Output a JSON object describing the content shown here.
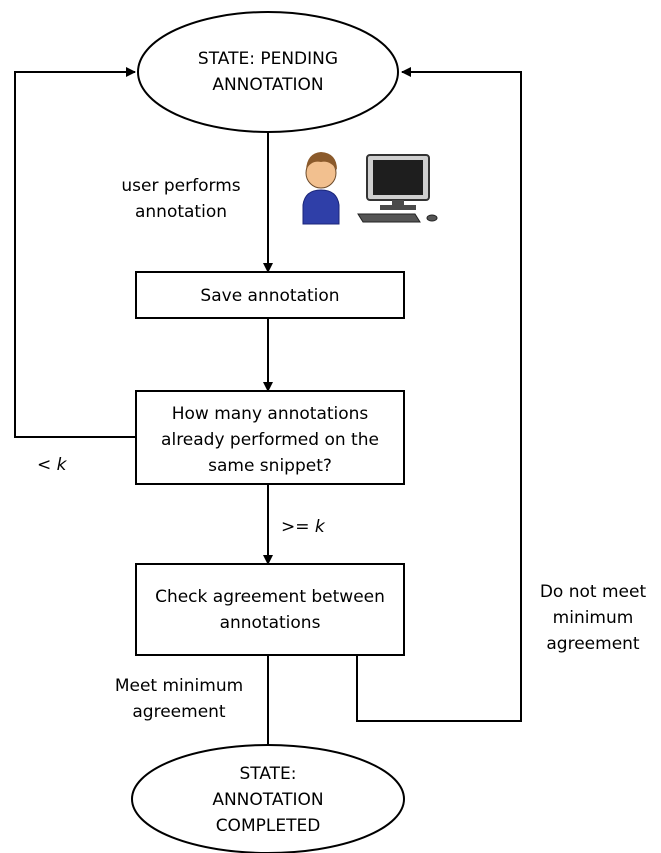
{
  "nodes": {
    "state_pending": {
      "lines": [
        "STATE: PENDING",
        "ANNOTATION"
      ]
    },
    "save": {
      "lines": [
        "Save annotation"
      ]
    },
    "count_check": {
      "lines": [
        "How many annotations",
        "already performed on the",
        "same snippet?"
      ]
    },
    "agreement": {
      "lines": [
        "Check agreement between",
        "annotations"
      ]
    },
    "state_completed": {
      "lines": [
        "STATE:",
        "ANNOTATION",
        "COMPLETED"
      ]
    }
  },
  "edges": {
    "user_performs": {
      "lines": [
        "user performs",
        "annotation"
      ]
    },
    "less_than_k": {
      "prefix": "< ",
      "var": "k"
    },
    "greater_eq_k": {
      "prefix": ">= ",
      "var": "k"
    },
    "meet_min": {
      "lines": [
        "Meet minimum",
        "agreement"
      ]
    },
    "not_meet": {
      "lines": [
        "Do not meet",
        "minimum",
        "agreement"
      ]
    }
  },
  "colors": {
    "stroke": "#000000",
    "user_skin": "#f2c08f",
    "user_hair": "#8b5a2b",
    "user_shirt": "#2f3fa8",
    "monitor": "#4a4a4a",
    "screen": "#1e1e1e"
  },
  "icons": [
    "user-icon",
    "computer-icon"
  ]
}
